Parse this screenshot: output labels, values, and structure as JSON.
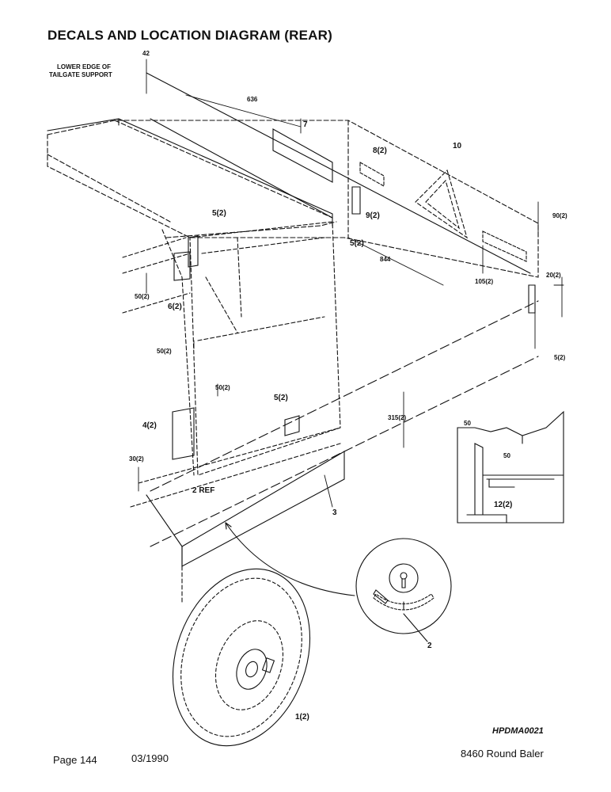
{
  "title": "DECALS AND LOCATION DIAGRAM (REAR)",
  "tailgate_note": {
    "line1": "LOWER EDGE OF",
    "line2": "TAILGATE SUPPORT"
  },
  "dimensions": {
    "d42": "42",
    "d636": "636",
    "d844": "844",
    "d90": "90(2)",
    "d20": "20(2)",
    "d105": "105(2)",
    "d5b": "5(2)",
    "d50a": "50(2)",
    "d50b": "50(2)",
    "d50c": "50(2)",
    "d315": "315(2)",
    "d30": "30(2)",
    "d50d": "50",
    "d50e": "50"
  },
  "callouts": {
    "c7": "7",
    "c8": "8(2)",
    "c10": "10",
    "c9": "9(2)",
    "c5a": "5(2)",
    "c5b": "5(2)",
    "c5c": "5(2)",
    "c6": "6(2)",
    "c4": "4(2)",
    "c2ref": "2 REF",
    "c3": "3",
    "c2": "2",
    "c1": "1(2)",
    "c12": "12(2)"
  },
  "figure_id": "HPDMA0021",
  "footer": {
    "page": "Page 144",
    "date": "03/1990",
    "model": "8460 Round Baler"
  }
}
